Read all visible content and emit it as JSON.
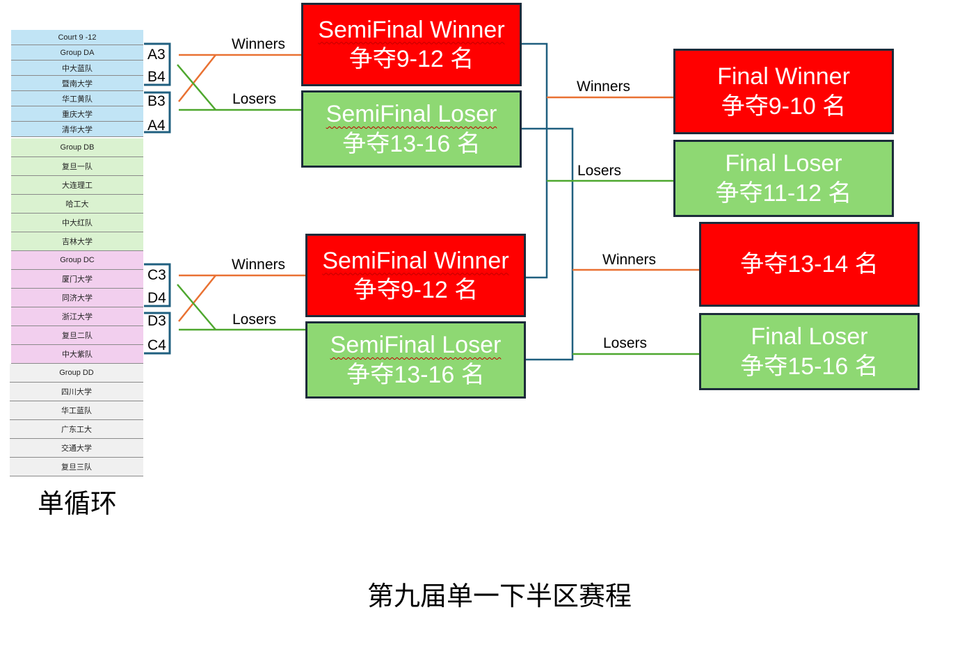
{
  "left_table": {
    "court": "Court 9 -12",
    "groups": [
      {
        "name": "Group DA",
        "color": "#c1e4f5",
        "teams": [
          "中大蓝队",
          "暨南大学",
          "华工黄队",
          "重庆大学",
          "清华大学"
        ]
      },
      {
        "name": "Group DB",
        "color": "#daf2d0",
        "teams": [
          "复旦一队",
          "大连理工",
          "哈工大",
          "中大红队",
          "吉林大学"
        ]
      },
      {
        "name": "Group DC",
        "color": "#f2cfee",
        "teams": [
          "厦门大学",
          "同济大学",
          "浙江大学",
          "复旦二队",
          "中大紫队"
        ]
      },
      {
        "name": "Group DD",
        "color": "#f0f0f0",
        "teams": [
          "四川大学",
          "华工蓝队",
          "广东工大",
          "交通大学",
          "复旦三队"
        ]
      }
    ],
    "footer": "单循环"
  },
  "seeds": {
    "top": [
      "A3",
      "B4",
      "B3",
      "A4"
    ],
    "bottom": [
      "C3",
      "D4",
      "D3",
      "C4"
    ]
  },
  "connector_labels": {
    "winners": "Winners",
    "losers": "Losers"
  },
  "boxes": {
    "semi_top_winner": {
      "line1": "SemiFinal Winner",
      "line2": "争夺9-12 名"
    },
    "semi_top_loser": {
      "line1": "SemiFinal Loser",
      "line2": "争夺13-16 名"
    },
    "semi_bottom_winner": {
      "line1": "SemiFinal Winner",
      "line2": "争夺9-12 名"
    },
    "semi_bottom_loser": {
      "line1": "SemiFinal Loser",
      "line2": "争夺13-16 名"
    },
    "final_winner": {
      "line1": "Final Winner",
      "line2": "争夺9-10 名"
    },
    "final_loser_1": {
      "line1": "Final Loser",
      "line2": "争夺11-12 名"
    },
    "place_13_14": {
      "line1": "争夺13-14 名"
    },
    "final_loser_2": {
      "line1": "Final Loser",
      "line2": "争夺15-16 名"
    }
  },
  "colors": {
    "winner_box": "#ff0000",
    "loser_box": "#8ed873",
    "winner_line": "#e97132",
    "loser_line": "#4ea72e",
    "bracket_line": "#1f5f7f",
    "box_border": "#1c2b3a"
  },
  "title": "第九届单一下半区赛程"
}
